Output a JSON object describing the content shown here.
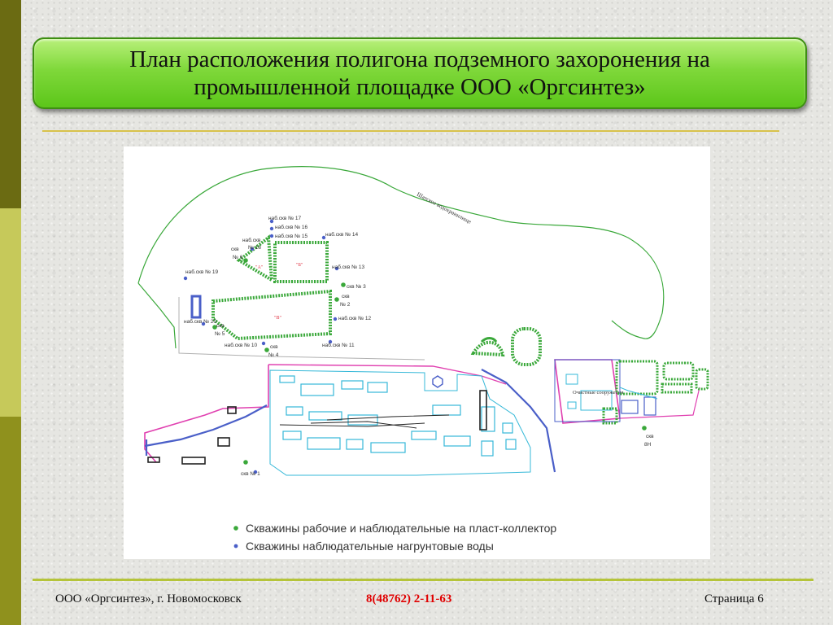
{
  "title": "План расположения полигона подземного захоронения на\nпромышленной площадке ООО «Оргсинтез»",
  "map": {
    "reservoir_label": "Шатское водохранилище",
    "facility_label": "Очистные сооружения",
    "pond_a": "\"А\"",
    "pond_b": "\"Б\"",
    "pond_v": "\"В\"",
    "wells": {
      "w17": "наб.скв № 17",
      "w16": "наб.скв № 16",
      "w15": "наб.скв № 15",
      "w14": "наб.скв № 14",
      "w18a": "наб.скв",
      "w18b": "№ 18",
      "w6a": "скв",
      "w6b": "№ 6",
      "w19": "наб.скв № 19",
      "w13": "наб.скв № 13",
      "w3": "скв № 3",
      "w2a": "скв",
      "w2b": "№ 2",
      "w12": "наб.скв № 12",
      "w20": "наб.скв № 20",
      "w5a": "скв",
      "w5b": "№ 5",
      "w10": "наб.скв № 10",
      "w11": "наб.скв № 11",
      "w4a": "скв",
      "w4b": "№ 4",
      "w1": "скв № 1",
      "w8a": "скв",
      "w8b": "8Н"
    },
    "legend": {
      "item1": "Скважины рабочие и наблюдательные на пласт-коллектор",
      "item2": "Скважины  наблюдательные нагрунтовые воды"
    },
    "colors": {
      "green": "#3aa83a",
      "blue": "#4a5fc8",
      "magenta": "#e040b0",
      "cyan": "#35b8d8",
      "red": "#e03040"
    }
  },
  "footer": {
    "company": "ООО «Оргсинтез», г. Новомосковск",
    "phone": "8(48762) 2-11-63",
    "page": "Страница 6"
  }
}
